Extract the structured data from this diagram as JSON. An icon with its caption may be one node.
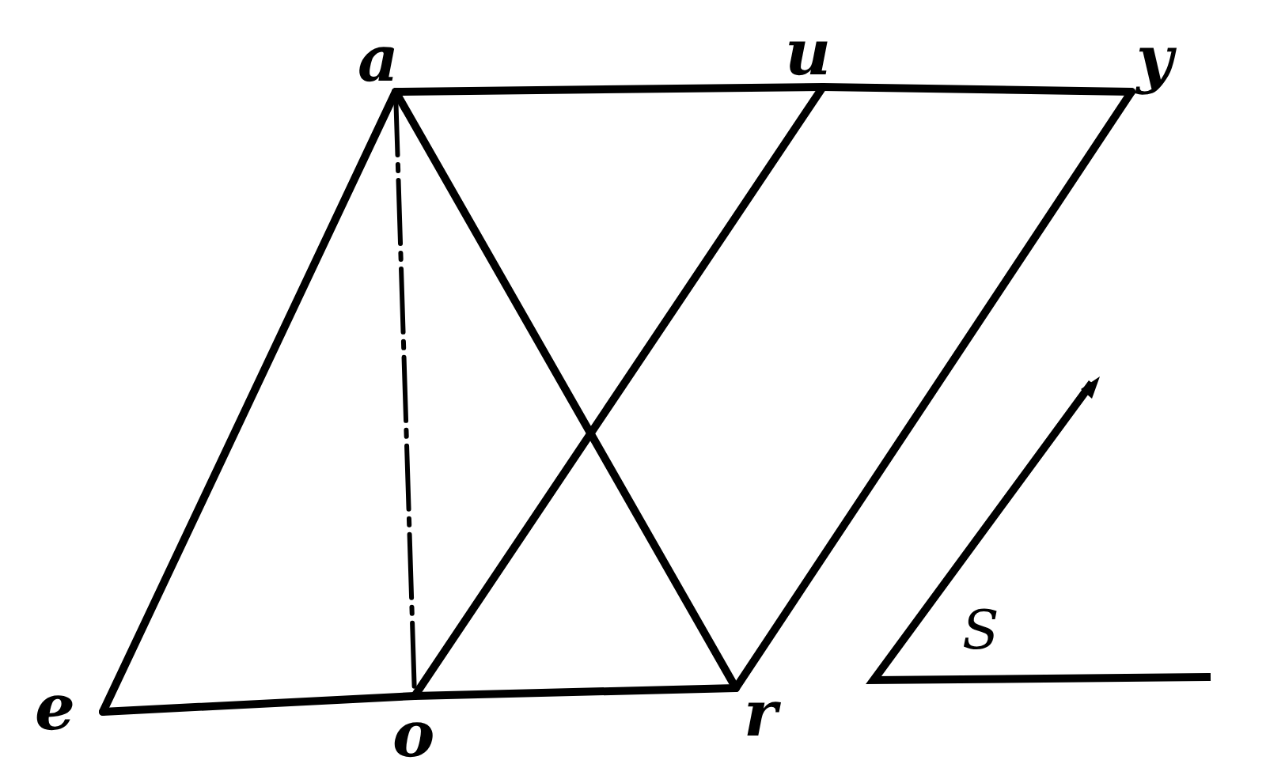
{
  "diagram": {
    "nodes": [
      {
        "text": [
          "a"
        ]
      },
      {
        "text": [
          "u"
        ]
      },
      {
        "text": [
          "y"
        ]
      },
      {
        "text": [
          "e"
        ]
      },
      {
        "text": [
          "o"
        ]
      },
      {
        "text": [
          "r"
        ]
      }
    ],
    "edges": [
      {
        "from": 0,
        "to": 1,
        "arrow": "none"
      },
      {
        "from": 1,
        "to": 2,
        "arrow": "none"
      },
      {
        "from": 3,
        "to": 4,
        "arrow": "none"
      },
      {
        "from": 4,
        "to": 5,
        "arrow": "none"
      },
      {
        "from": 0,
        "to": 3,
        "arrow": "none"
      },
      {
        "from": 0,
        "to": 4,
        "arrow": "none",
        "style": "dashed"
      },
      {
        "from": 0,
        "to": 5,
        "arrow": "none"
      },
      {
        "from": 4,
        "to": 1,
        "arrow": "none"
      },
      {
        "from": 5,
        "to": 2,
        "arrow": "none"
      }
    ],
    "labels": [
      "S"
    ]
  }
}
